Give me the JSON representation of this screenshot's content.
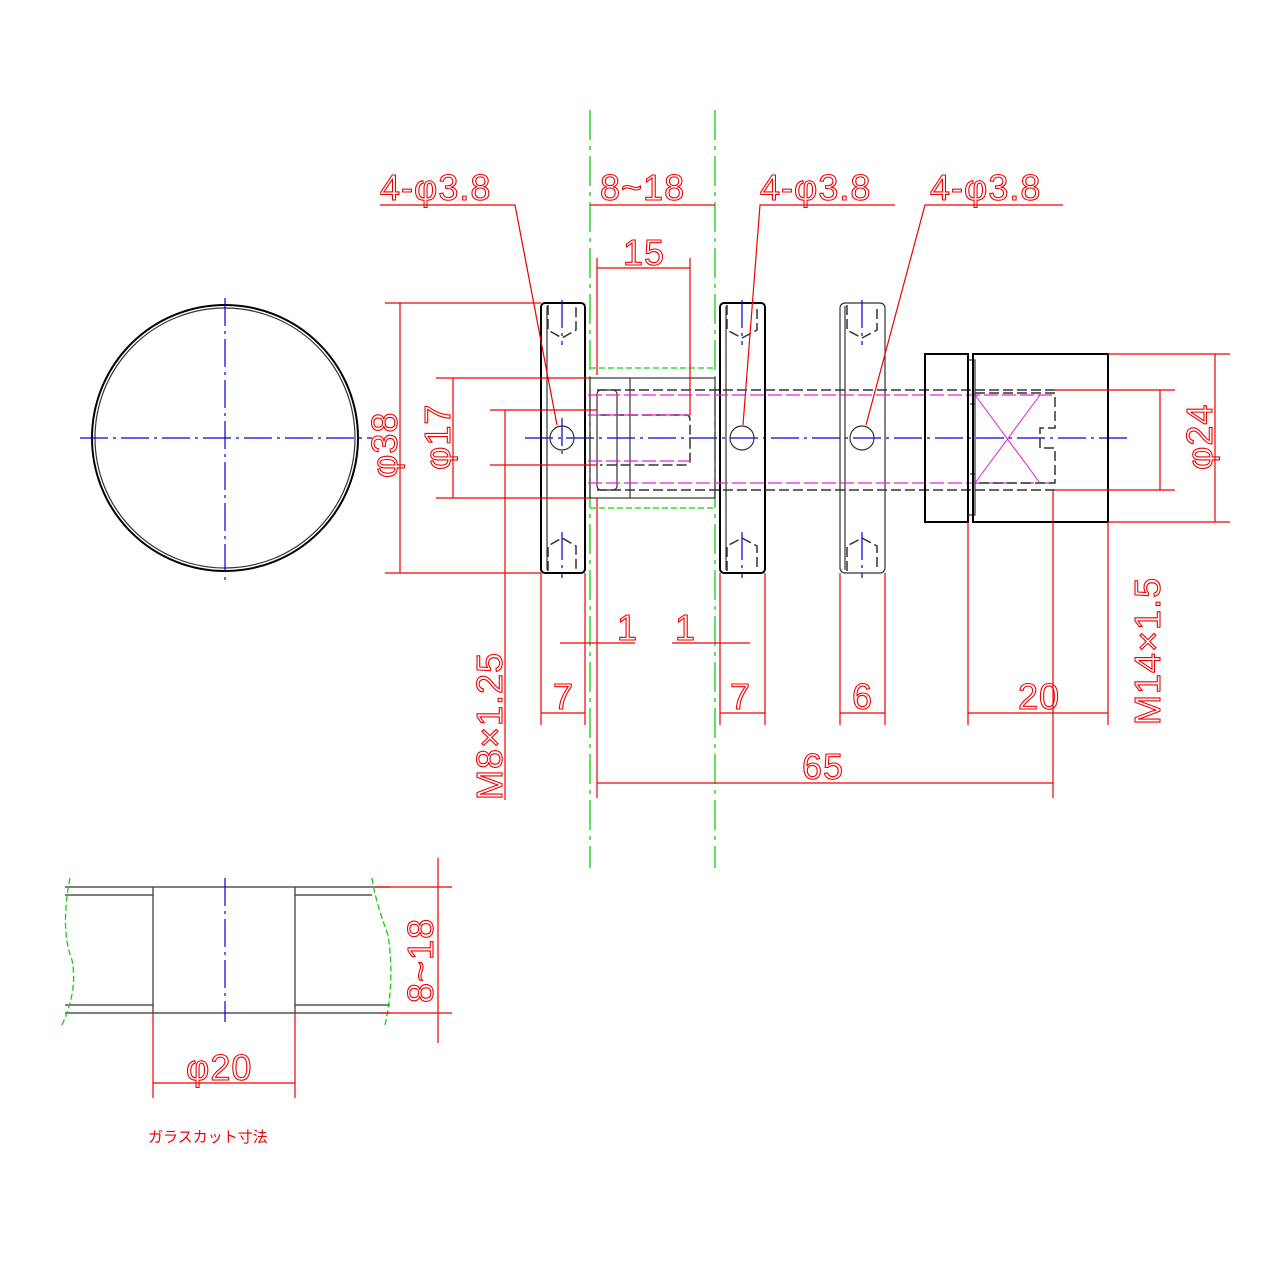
{
  "labels": {
    "hole_spec_1": "4-φ3.8",
    "hole_spec_2": "4-φ3.8",
    "hole_spec_3": "4-φ3.8",
    "glass_thickness_top": "8~18",
    "dim_15": "15",
    "dia_38": "φ38",
    "dia_17": "φ17",
    "thread_m8": "M8×1.25",
    "dia_24": "φ24",
    "thread_m14": "M14×1.5",
    "gap_1_left": "1",
    "gap_1_right": "1",
    "width_7_left": "7",
    "width_7_right": "7",
    "width_6": "6",
    "length_20": "20",
    "length_65": "65",
    "glass_thickness_section": "8~18",
    "cut_dia_20": "φ20",
    "caption": "ガラスカット寸法"
  },
  "colors": {
    "dimension": "#f00000",
    "centerline": "#0000e0",
    "glass": "#10d010",
    "hidden": "#e020e0",
    "outline": "#000000"
  }
}
